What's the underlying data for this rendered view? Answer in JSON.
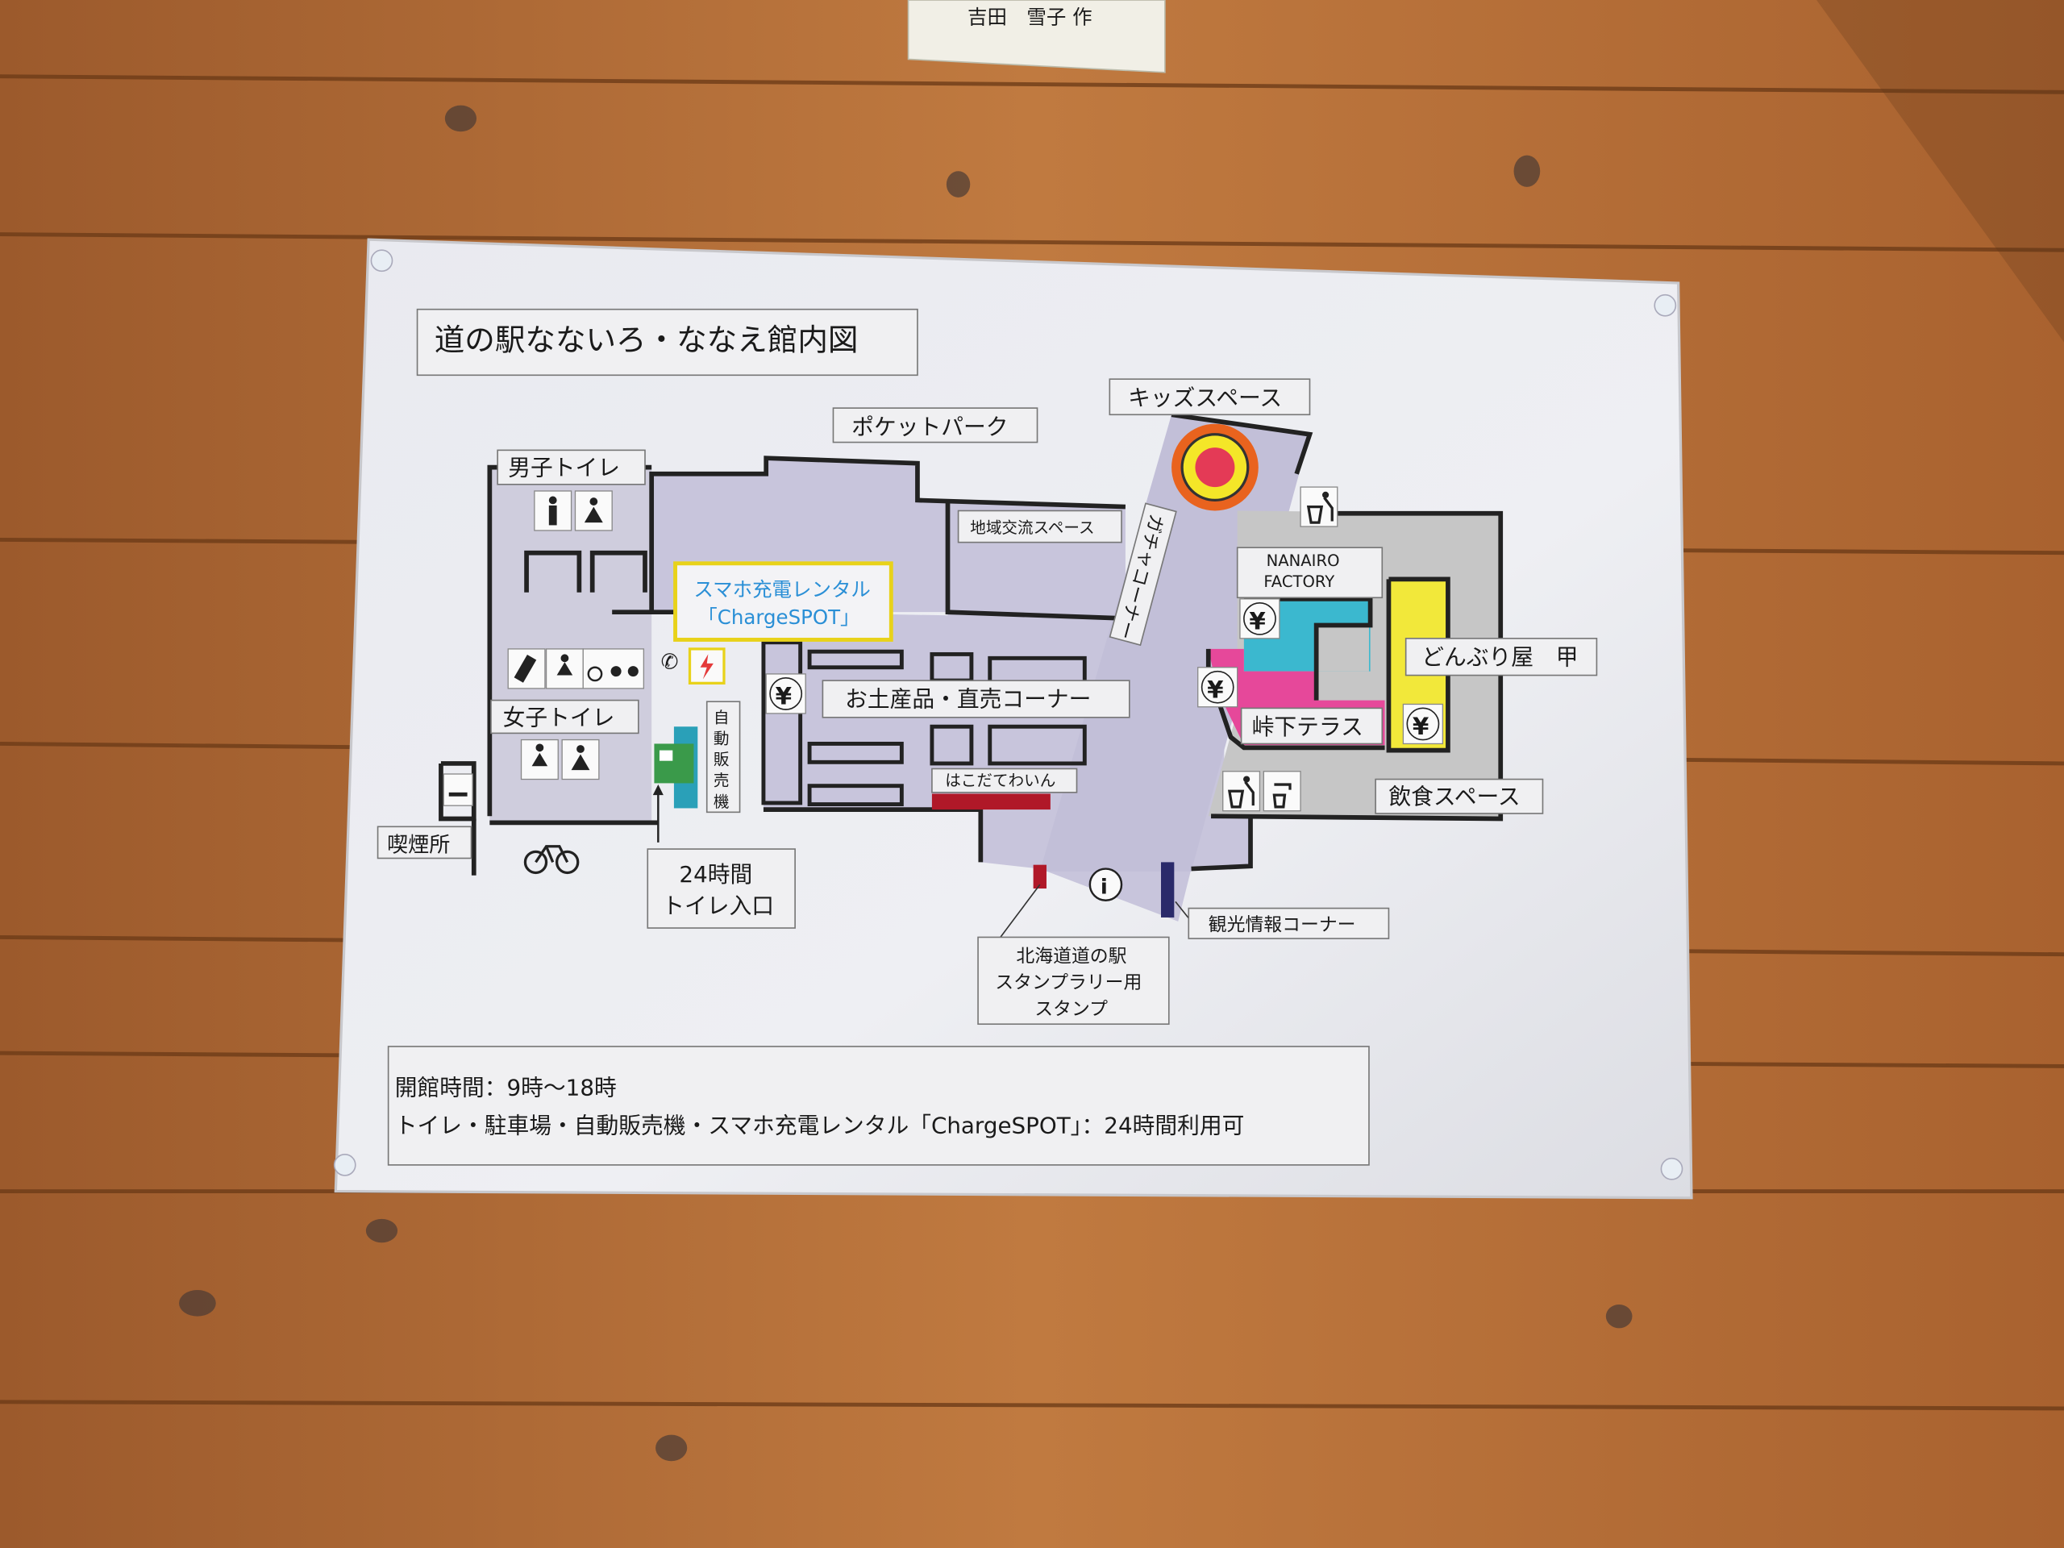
{
  "nameplate": {
    "text": "吉田　雪子 作"
  },
  "sign": {
    "title": "道の駅なないろ・ななえ館内図",
    "areas": {
      "pocket_park": "ポケットパーク",
      "kids_space": "キッズスペース",
      "mens_toilet": "男子トイレ",
      "womens_toilet": "女子トイレ",
      "smoking": "喫煙所",
      "charge_line1": "スマホ充電レンタル",
      "charge_line2": "「ChargeSPOT」",
      "community_space": "地域交流スペース",
      "gacha_corner": "ガチャコーナー",
      "nanairo_line1": "NANAIRO",
      "nanairo_line2": "FACTORY",
      "donburi": "どんぶり屋　甲",
      "touge_terrace": "峠下テラス",
      "dining_space": "飲食スペース",
      "souvenir": "お土産品・直売コーナー",
      "hakodate_wine": "はこだてわいん",
      "vending_v": [
        "自",
        "動",
        "販",
        "売",
        "機"
      ],
      "toilet24_line1": "24時間",
      "toilet24_line2": "トイレ入口",
      "stamp_line1": "北海道道の駅",
      "stamp_line2": "スタンプラリー用",
      "stamp_line3": "スタンプ",
      "tourist_info": "観光情報コーナー",
      "info_symbol": "i",
      "yen_symbol": "¥"
    },
    "footer": {
      "hours": "開館時間：9時～18時",
      "note": "トイレ・駐車場・自動販売機・スマホ充電レンタル「ChargeSPOT」：24時間利用可"
    }
  },
  "colors": {
    "wood": "#b8763f",
    "paper": "#e6e7ec",
    "floor_lavender": "#c8c5dc",
    "floor_gray": "#c6c6c6",
    "nanairo_cyan": "#3bb8cf",
    "touge_pink": "#e6489a",
    "donburi_yellow": "#f2e83a",
    "charge_text": "#2a8fd6",
    "charge_border": "#e8d21a",
    "wine_red": "#b01828"
  },
  "icons": [
    "trash-icon",
    "water-tap-icon",
    "yen-icon",
    "male-toilet-icon",
    "female-toilet-icon",
    "baby-icon",
    "wheelchair-icon",
    "bicycle-icon",
    "smoking-icon",
    "phone-icon",
    "charge-icon",
    "info-icon",
    "kids-circle-icon"
  ]
}
